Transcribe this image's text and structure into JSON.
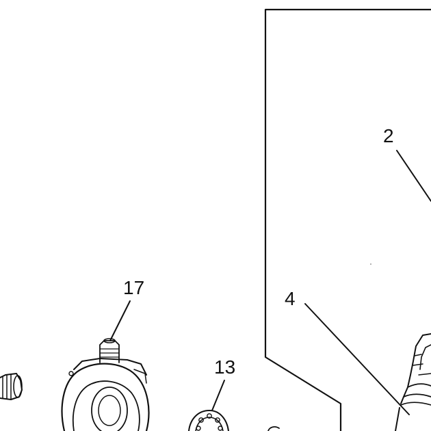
{
  "callouts": {
    "c2": "2",
    "c4": "4",
    "c13": "13",
    "c17": "17"
  }
}
